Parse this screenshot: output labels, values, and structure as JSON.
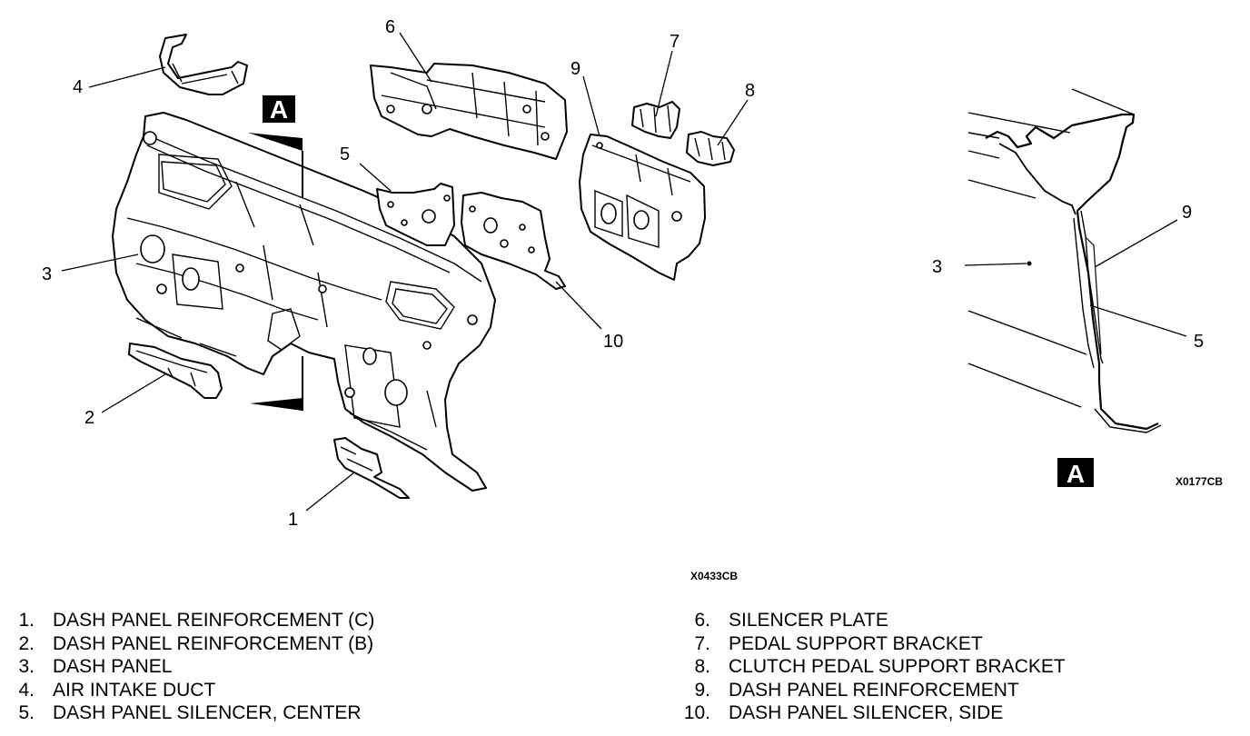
{
  "diagram": {
    "callouts": [
      "1",
      "2",
      "3",
      "4",
      "5",
      "6",
      "7",
      "8",
      "9",
      "10"
    ],
    "detail_callouts": [
      "3",
      "9",
      "5"
    ],
    "view_badge": "A",
    "code_main": "X0433CB",
    "code_detail": "X0177CB"
  },
  "legend": {
    "left": [
      {
        "num": "1.",
        "text": "DASH PANEL REINFORCEMENT (C)"
      },
      {
        "num": "2.",
        "text": "DASH PANEL REINFORCEMENT (B)"
      },
      {
        "num": "3.",
        "text": "DASH PANEL"
      },
      {
        "num": "4.",
        "text": "AIR INTAKE DUCT"
      },
      {
        "num": "5.",
        "text": "DASH PANEL SILENCER, CENTER"
      }
    ],
    "right": [
      {
        "num": "6.",
        "text": "SILENCER PLATE"
      },
      {
        "num": "7.",
        "text": "PEDAL SUPPORT BRACKET"
      },
      {
        "num": "8.",
        "text": "CLUTCH PEDAL SUPPORT BRACKET"
      },
      {
        "num": "9.",
        "text": "DASH PANEL REINFORCEMENT"
      },
      {
        "num": "10.",
        "text": "DASH PANEL SILENCER, SIDE"
      }
    ]
  }
}
